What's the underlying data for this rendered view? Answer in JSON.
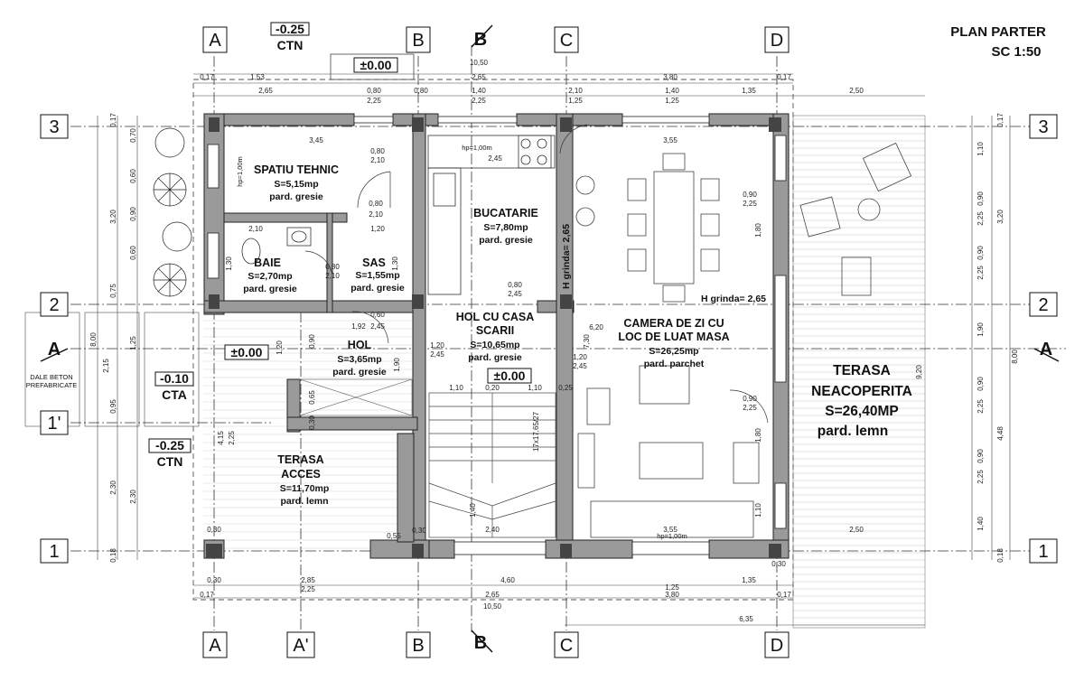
{
  "title": {
    "line1": "PLAN PARTER",
    "line2": "SC 1:50"
  },
  "axes": {
    "top": [
      "A",
      "B",
      "C",
      "D"
    ],
    "bottom": [
      "A",
      "A'",
      "B",
      "C",
      "D"
    ],
    "left": [
      "3",
      "2",
      "1'",
      "1"
    ],
    "right": [
      "3",
      "2",
      "1"
    ]
  },
  "section_marks": {
    "vertical": "B",
    "horizontal": "A"
  },
  "levels": {
    "ctn_top": "-0.25",
    "ctn_top_lbl": "CTN",
    "zero_top": "±0.00",
    "cta": "-0.10",
    "cta_lbl": "CTA",
    "ctn_left": "-0.25",
    "ctn_left_lbl": "CTN",
    "zero_hol": "±0.00",
    "zero_stair": "±0.00"
  },
  "rooms": {
    "tehnic": {
      "name": "SPATIU TEHNIC",
      "area": "S=5,15mp",
      "floor": "pard. gresie"
    },
    "bucatarie": {
      "name": "BUCATARIE",
      "area": "S=7,80mp",
      "floor": "pard. gresie"
    },
    "baie": {
      "name": "BAIE",
      "area": "S=2,70mp",
      "floor": "pard. gresie"
    },
    "sas": {
      "name": "SAS",
      "area": "S=1,55mp",
      "floor": "pard. gresie"
    },
    "hol_scari": {
      "name1": "HOL CU CASA",
      "name2": "SCARII",
      "area": "S=10,65mp",
      "floor": "pard. gresie"
    },
    "camera": {
      "name1": "CAMERA DE ZI CU",
      "name2": "LOC DE LUAT MASA",
      "area": "S=26,25mp",
      "floor": "pard. parchet"
    },
    "hol": {
      "name": "HOL",
      "area": "S=3,65mp",
      "floor": "pard. gresie"
    },
    "terasa_acces": {
      "name1": "TERASA",
      "name2": "ACCES",
      "area": "S=11,70mp",
      "floor": "pard. lemn"
    },
    "terasa_neacoperita": {
      "name1": "TERASA",
      "name2": "NEACOPERITA",
      "area": "S=26,40MP",
      "floor": "pard. lemn"
    }
  },
  "notes": {
    "dale1": "DALE BETON",
    "dale2": "PREFABRICATE",
    "h_grinda_1": "H grinda= 2,65",
    "h_grinda_2": "H grinda= 2,65",
    "hp_1": "hp=1,00m",
    "hp_2": "hp=1,00m",
    "hp_3": "hp=1,00m"
  },
  "dims": {
    "top_1": [
      "0,17",
      "1,53",
      "2,65",
      "3,80",
      "0,17"
    ],
    "top_total": "10,50",
    "top_2": [
      "2,65",
      "0,80",
      "0,80",
      "1,40",
      "2,10",
      "1,40",
      "1,35",
      "2,50"
    ],
    "top_3": [
      "2,25",
      "2,25",
      "1,25",
      "1,25"
    ],
    "bottom_1": [
      "0,30",
      "2,85",
      "4,60",
      "1,35",
      "0,30"
    ],
    "bottom_2": [
      "0,17",
      "2,25",
      "2,65",
      "1,25",
      "3,80",
      "0,17"
    ],
    "bottom_total": "10,50",
    "bottom_extra": "6,35",
    "left_outer": [
      "0,17",
      "3,20",
      "0,75",
      "8,00",
      "0,95",
      "2,30",
      "0,18"
    ],
    "left_inner": [
      "0,70",
      "0,60",
      "0,90",
      "0,60",
      "1,25",
      "2,15",
      "2,30"
    ],
    "right_outer": [
      "0,17",
      "3,20",
      "8,00",
      "4,48",
      "0,18"
    ],
    "right_inner": [
      "1,10",
      "0,90",
      "2,25",
      "0,90",
      "2,25",
      "1,90",
      "0,90",
      "2,25",
      "0,90",
      "2,25",
      "1,40"
    ],
    "interior": [
      "3,45",
      "0,80",
      "2,10",
      "0,80",
      "2,10",
      "2,10",
      "1,20",
      "0,80",
      "2,10",
      "1,92",
      "2,45",
      "0,60",
      "2,45",
      "0,80",
      "2,45",
      "3,55",
      "0,90",
      "2,25",
      "1,80",
      "6,20",
      "7,30",
      "1,20",
      "2,45",
      "1,20",
      "2,45",
      "0,90",
      "2,25",
      "1,80",
      "3,55",
      "2,40",
      "1,10",
      "0,20",
      "1,10",
      "0,25",
      "17x17,65/27",
      "0,55",
      "0,30",
      "4,15",
      "2,25",
      "9,20",
      "2,50",
      "1,10",
      "1,40",
      "0,30",
      "0,65",
      "0,30",
      "0,90",
      "1,20",
      "1,90",
      "1,30",
      "1,30"
    ]
  }
}
